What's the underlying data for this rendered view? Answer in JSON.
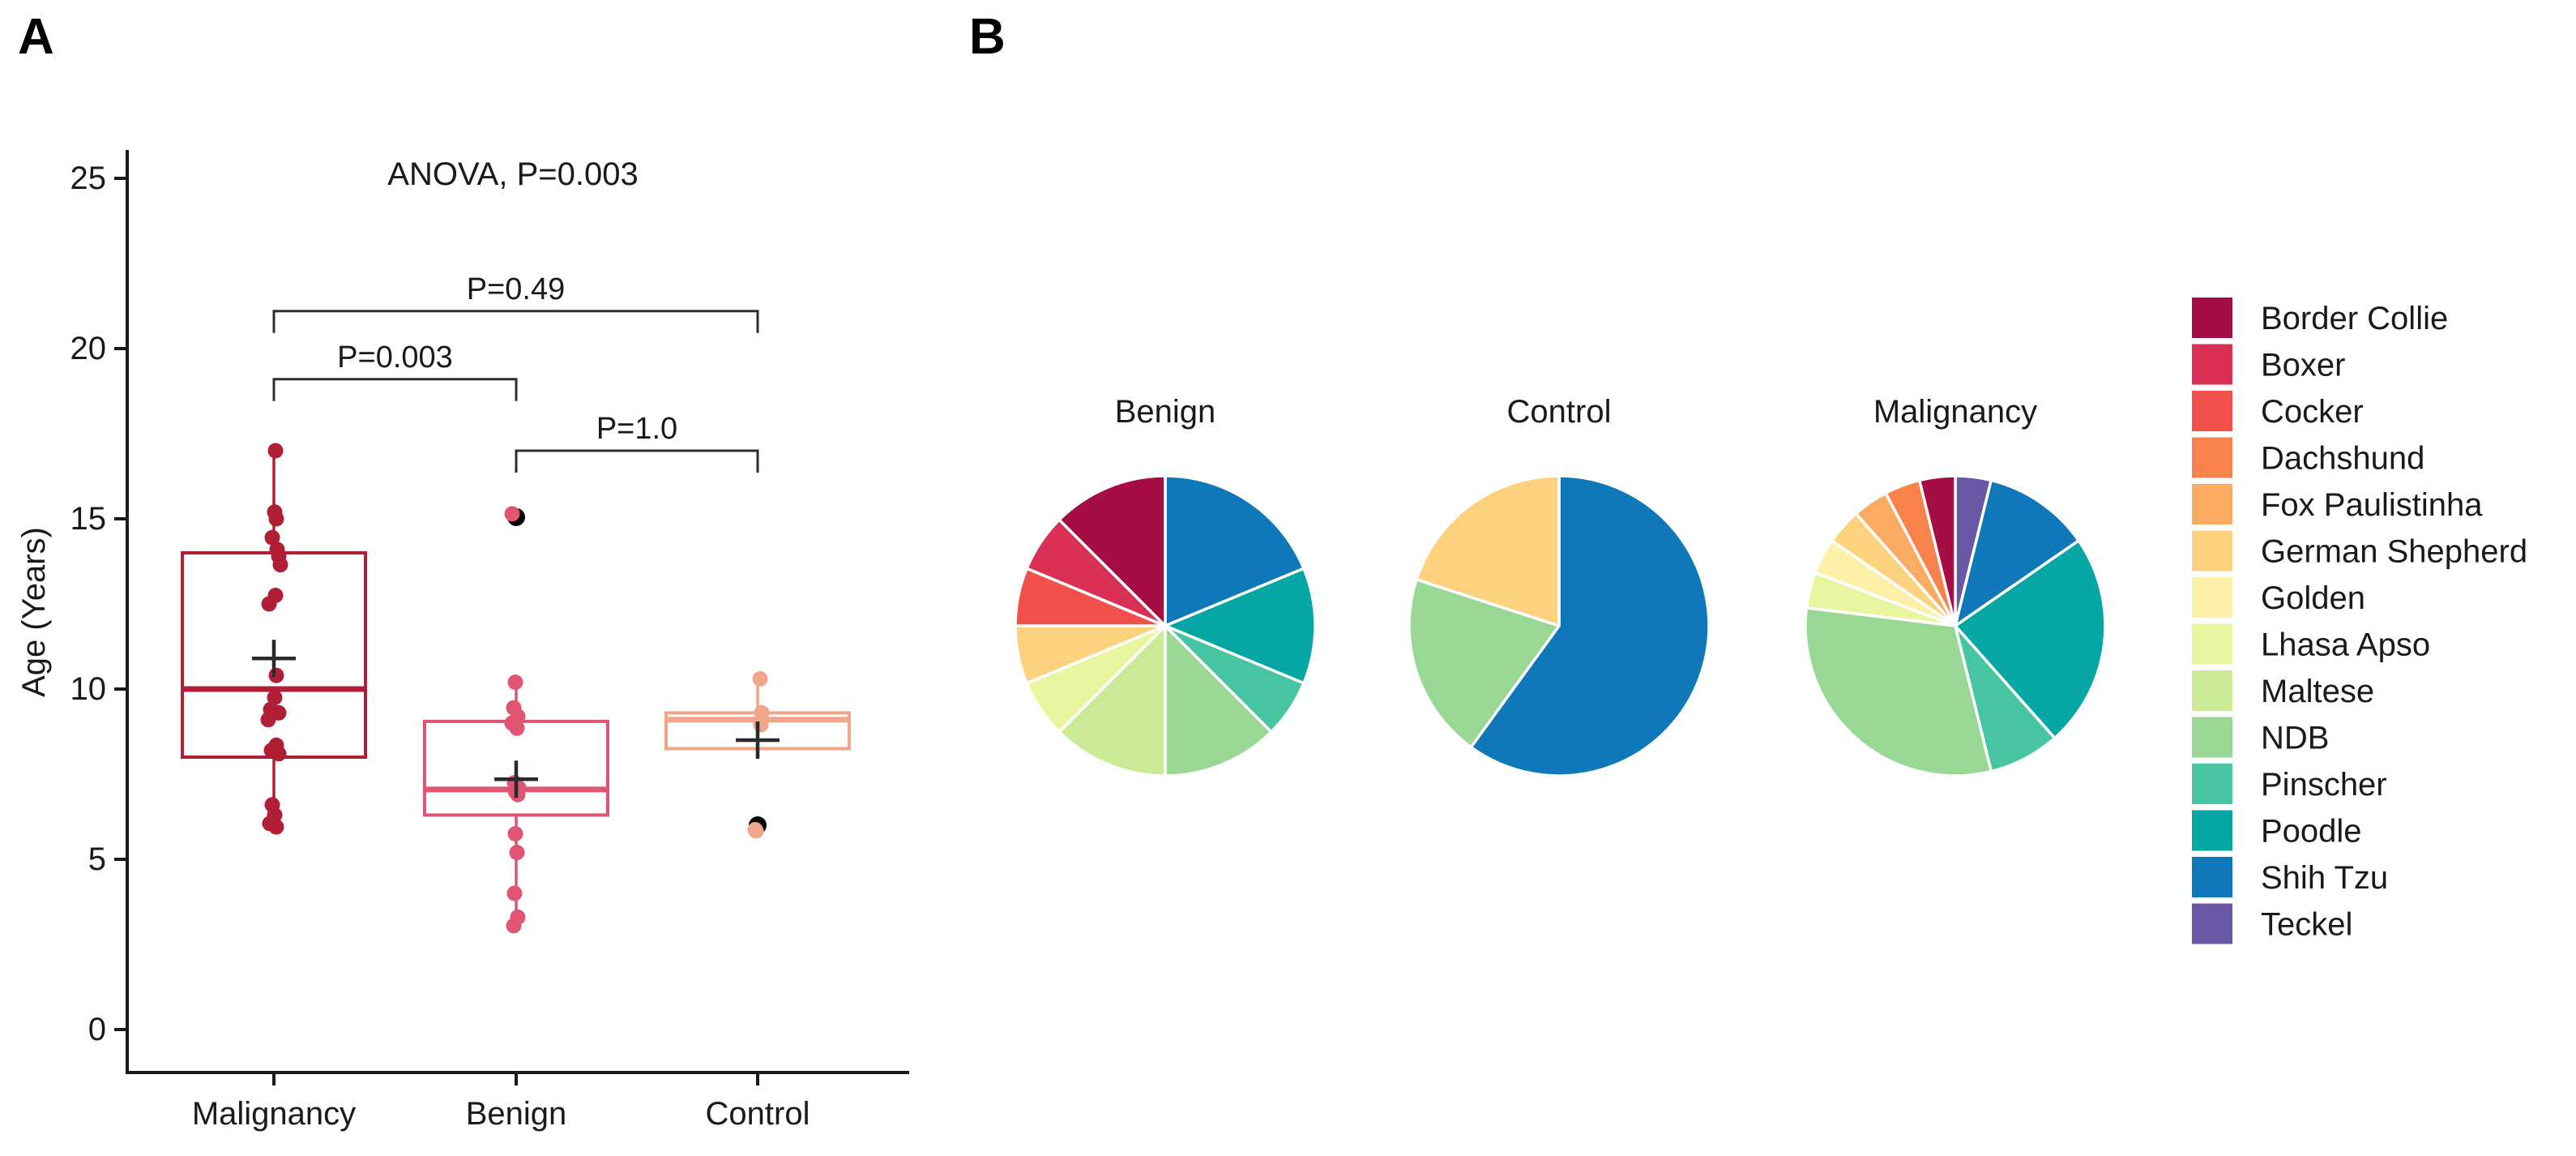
{
  "figure": {
    "panel_a_label": "A",
    "panel_b_label": "B"
  },
  "colors": {
    "groups": {
      "Malignancy": "#B01F35",
      "Benign": "#E05672",
      "Control": "#F0A68A"
    },
    "axis": "#1a1a1a",
    "bracket": "#2f2f2f",
    "mean_cross": "#2a2a2a",
    "outlier": "#000000",
    "pie_slice_border": "#ffffff"
  },
  "breeds": [
    {
      "name": "Border Collie",
      "color": "#A60D45"
    },
    {
      "name": "Boxer",
      "color": "#DB3056"
    },
    {
      "name": "Cocker",
      "color": "#F2504A"
    },
    {
      "name": "Dachshund",
      "color": "#F8824C"
    },
    {
      "name": "Fox Paulistinha",
      "color": "#FBAB62"
    },
    {
      "name": "German Shepherd",
      "color": "#FCD27E"
    },
    {
      "name": "Golden",
      "color": "#FDF0A8"
    },
    {
      "name": "Lhasa Apso",
      "color": "#EAF69F"
    },
    {
      "name": "Maltese",
      "color": "#CCEB97"
    },
    {
      "name": "NDB",
      "color": "#99D795"
    },
    {
      "name": "Pinscher",
      "color": "#47C5A2"
    },
    {
      "name": "Poodle",
      "color": "#06A6A4"
    },
    {
      "name": "Shih Tzu",
      "color": "#0E78B8"
    },
    {
      "name": "Teckel",
      "color": "#6A57A5"
    }
  ],
  "chart_data": [
    {
      "type": "box",
      "title": "",
      "xlabel": "",
      "ylabel": "Age (Years)",
      "ylim": [
        0,
        27
      ],
      "yticks": [
        0,
        5,
        10,
        15,
        20,
        25
      ],
      "categories": [
        "Malignancy",
        "Benign",
        "Control"
      ],
      "annotation": "ANOVA, P=0.003",
      "comparisons": [
        {
          "pair": [
            "Malignancy",
            "Benign"
          ],
          "label": "P=0.003",
          "level_value": 19.1
        },
        {
          "pair": [
            "Malignancy",
            "Control"
          ],
          "label": "P=0.49",
          "level_value": 21.1
        },
        {
          "pair": [
            "Benign",
            "Control"
          ],
          "label": "P=1.0",
          "level_value": 17.0
        }
      ],
      "series": [
        {
          "name": "Malignancy",
          "q1": 8.0,
          "median": 10.0,
          "q3": 14.0,
          "whisker_low": 5.95,
          "whisker_high": 17.0,
          "mean": 10.9,
          "outliers": [],
          "points": [
            17.0,
            15.2,
            15.0,
            14.45,
            14.1,
            13.9,
            13.65,
            12.75,
            12.5,
            10.4,
            9.75,
            9.4,
            9.3,
            9.1,
            8.35,
            8.2,
            8.1,
            6.6,
            6.3,
            6.05,
            5.95
          ]
        },
        {
          "name": "Benign",
          "q1": 6.3,
          "median": 7.05,
          "q3": 9.05,
          "whisker_low": 3.05,
          "whisker_high": 10.2,
          "mean": 7.35,
          "outliers": [
            15.05
          ],
          "points": [
            10.2,
            9.45,
            9.2,
            9.0,
            8.85,
            7.25,
            7.1,
            7.0,
            6.9,
            5.75,
            5.2,
            4.0,
            3.3,
            3.05
          ]
        },
        {
          "name": "Control",
          "q1": 8.25,
          "median": 9.1,
          "q3": 9.3,
          "whisker_low": 8.25,
          "whisker_high": 10.3,
          "mean": 8.5,
          "outliers": [
            6.0
          ],
          "points": [
            10.3,
            9.3,
            8.95,
            5.87
          ]
        }
      ]
    },
    {
      "type": "pie",
      "pies": [
        {
          "title": "Benign",
          "slices": [
            {
              "label": "Shih Tzu",
              "value": 3
            },
            {
              "label": "Poodle",
              "value": 2
            },
            {
              "label": "Pinscher",
              "value": 1
            },
            {
              "label": "NDB",
              "value": 2
            },
            {
              "label": "Maltese",
              "value": 2
            },
            {
              "label": "Lhasa Apso",
              "value": 1
            },
            {
              "label": "German Shepherd",
              "value": 1
            },
            {
              "label": "Cocker",
              "value": 1
            },
            {
              "label": "Boxer",
              "value": 1
            },
            {
              "label": "Border Collie",
              "value": 2
            }
          ]
        },
        {
          "title": "Control",
          "slices": [
            {
              "label": "Shih Tzu",
              "value": 3
            },
            {
              "label": "NDB",
              "value": 1
            },
            {
              "label": "German Shepherd",
              "value": 1
            }
          ]
        },
        {
          "title": "Malignancy",
          "slices": [
            {
              "label": "Teckel",
              "value": 1
            },
            {
              "label": "Shih Tzu",
              "value": 3
            },
            {
              "label": "Poodle",
              "value": 6
            },
            {
              "label": "Pinscher",
              "value": 2
            },
            {
              "label": "NDB",
              "value": 8
            },
            {
              "label": "Lhasa Apso",
              "value": 1
            },
            {
              "label": "Golden",
              "value": 1
            },
            {
              "label": "German Shepherd",
              "value": 1
            },
            {
              "label": "Fox Paulistinha",
              "value": 1
            },
            {
              "label": "Dachshund",
              "value": 1
            },
            {
              "label": "Border Collie",
              "value": 1
            }
          ]
        }
      ],
      "legend_position": "right"
    }
  ]
}
